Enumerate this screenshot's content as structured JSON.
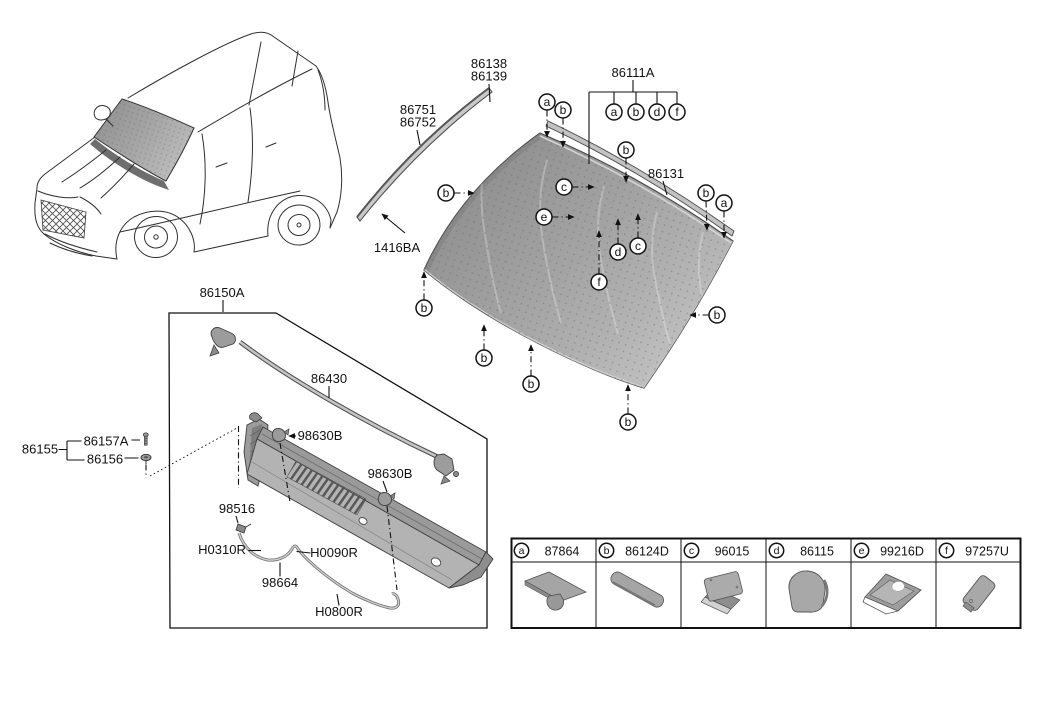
{
  "parts": {
    "strip_piece_1": "86138",
    "strip_piece_2": "86139",
    "side_molding_1": "86751",
    "side_molding_2": "86752",
    "retainer": "1416BA",
    "glass_kit": "86111A",
    "top_molding": "86131",
    "cowl_assembly": "86150A",
    "weatherstrip": "86430",
    "cowl_clip": "98630B",
    "fastener_set": "86155",
    "screw": "86157A",
    "grommet": "86156",
    "hose_connector": "98516",
    "hose_fitting_1": "H0310R",
    "hose_fitting_2": "H0090R",
    "washer_hose": "98664",
    "hose_fitting_3": "H0800R"
  },
  "callouts": {
    "a": "a",
    "b": "b",
    "c": "c",
    "d": "d",
    "e": "e",
    "f": "f"
  },
  "legend": {
    "items": [
      {
        "letter": "a",
        "part": "87864"
      },
      {
        "letter": "b",
        "part": "86124D"
      },
      {
        "letter": "c",
        "part": "96015"
      },
      {
        "letter": "d",
        "part": "86115"
      },
      {
        "letter": "e",
        "part": "99216D"
      },
      {
        "letter": "f",
        "part": "97257U"
      }
    ]
  },
  "colors": {
    "line": "#1a1a1a",
    "glass_dark": "#8c8c8c",
    "glass_light": "#c8c8c8",
    "part_gray": "#a8a8a8"
  }
}
